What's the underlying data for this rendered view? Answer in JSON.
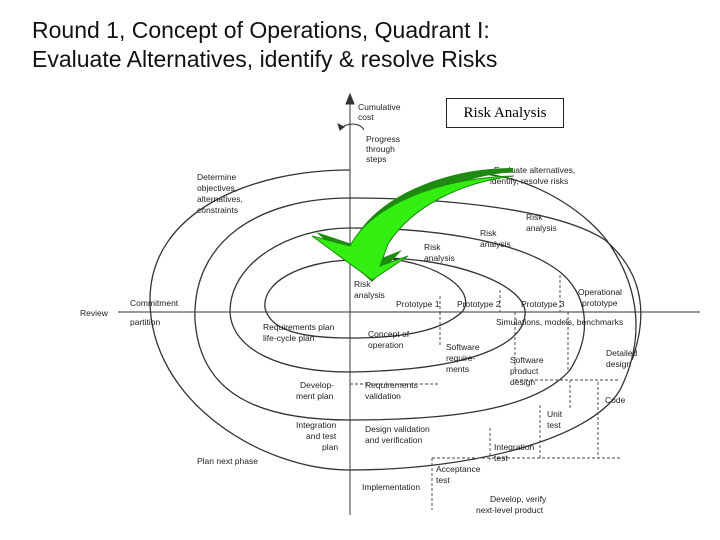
{
  "title": {
    "line1": "Round 1, Concept of Operations, Quadrant I:",
    "line2": "Evaluate Alternatives, identify & resolve Risks"
  },
  "callout": "Risk Analysis",
  "axis": {
    "cumulative_cost": [
      "Cumulative",
      "cost"
    ],
    "progress": [
      "Progress",
      "through",
      "steps"
    ],
    "review": "Review",
    "commitment": "Commitment",
    "partition": "partition"
  },
  "quadrants": {
    "determine": [
      "Determine",
      "objectives,",
      "alternatives,",
      "constraints"
    ],
    "evaluate": [
      "Evaluate alternatives,",
      "identify, resolve risks"
    ],
    "plan_next": "Plan next phase",
    "develop_verify": [
      "Develop, verify",
      "next-level product"
    ]
  },
  "risk_labels": {
    "r1": [
      "Risk",
      "analysis"
    ],
    "r2": [
      "Risk",
      "analysis"
    ],
    "r3": [
      "Risk",
      "analysis"
    ],
    "r4": [
      "Risk",
      "analysis"
    ]
  },
  "prototypes": {
    "p1": "Prototype 1",
    "p2": "Prototype 2",
    "p3": "Prototype 3",
    "op": [
      "Operational",
      "prototype"
    ],
    "sim": "Simulations, models, benchmarks"
  },
  "plans": {
    "req_plan": [
      "Requirements plan",
      "life-cycle plan"
    ],
    "dev_plan": [
      "Develop-",
      "ment plan"
    ],
    "int_plan": [
      "Integration",
      "and test",
      "plan"
    ]
  },
  "steps": {
    "concept": [
      "Concept of",
      "operation"
    ],
    "sw_req": [
      "Software",
      "require-",
      "ments"
    ],
    "sw_design": [
      "Software",
      "product",
      "design"
    ],
    "detailed": [
      "Detailed",
      "design"
    ],
    "req_val": [
      "Requirements",
      "validation"
    ],
    "design_val": [
      "Design validation",
      "and verification"
    ],
    "code": "Code",
    "unit": [
      "Unit",
      "test"
    ],
    "integration": [
      "Integration",
      "test"
    ],
    "acceptance": [
      "Acceptance",
      "test"
    ],
    "implementation": "Implementation"
  },
  "colors": {
    "arrow_fill": "#33ee11",
    "arrow_dark": "#1f8a10",
    "line": "#333333"
  }
}
